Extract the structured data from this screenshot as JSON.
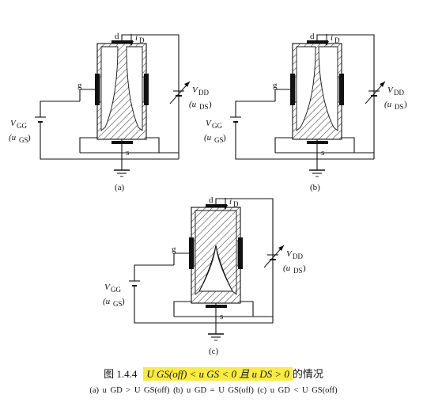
{
  "panels": [
    {
      "label": "(a)",
      "terminals": {
        "drain": "d",
        "gate": "g",
        "source": "s"
      },
      "current": "i",
      "current_sub": "D",
      "vgg": {
        "name": "V",
        "sub": "GG",
        "alt": "(u",
        "alt_sub": "GS",
        "alt_close": ")"
      },
      "vdd": {
        "name": "V",
        "sub": "DD",
        "alt": "(u",
        "alt_sub": "DS",
        "alt_close": ")"
      }
    },
    {
      "label": "(b)",
      "terminals": {
        "drain": "d",
        "gate": "g",
        "source": "s"
      },
      "current": "i",
      "current_sub": "D",
      "vgg": {
        "name": "V",
        "sub": "GG",
        "alt": "(u",
        "alt_sub": "GS",
        "alt_close": ")"
      },
      "vdd": {
        "name": "V",
        "sub": "DD",
        "alt": "(u",
        "alt_sub": "DS",
        "alt_close": ")"
      }
    },
    {
      "label": "(c)",
      "terminals": {
        "drain": "d",
        "gate": "g",
        "source": "s"
      },
      "current": "i",
      "current_sub": "D",
      "vgg": {
        "name": "V",
        "sub": "GG",
        "alt": "(u",
        "alt_sub": "GS",
        "alt_close": ")"
      },
      "vdd": {
        "name": "V",
        "sub": "DD",
        "alt": "(u",
        "alt_sub": "DS",
        "alt_close": ")"
      }
    }
  ],
  "caption": {
    "number": "图 1.4.4",
    "highlight": "U GS(off) < u GS < 0 且 u DS > 0",
    "rest": "的情况"
  },
  "subcaption": "(a) u GD > U GS(off)   (b) u GD = U GS(off)   (c) u GD < U GS(off)",
  "highlight_color": "#f9ec3c"
}
